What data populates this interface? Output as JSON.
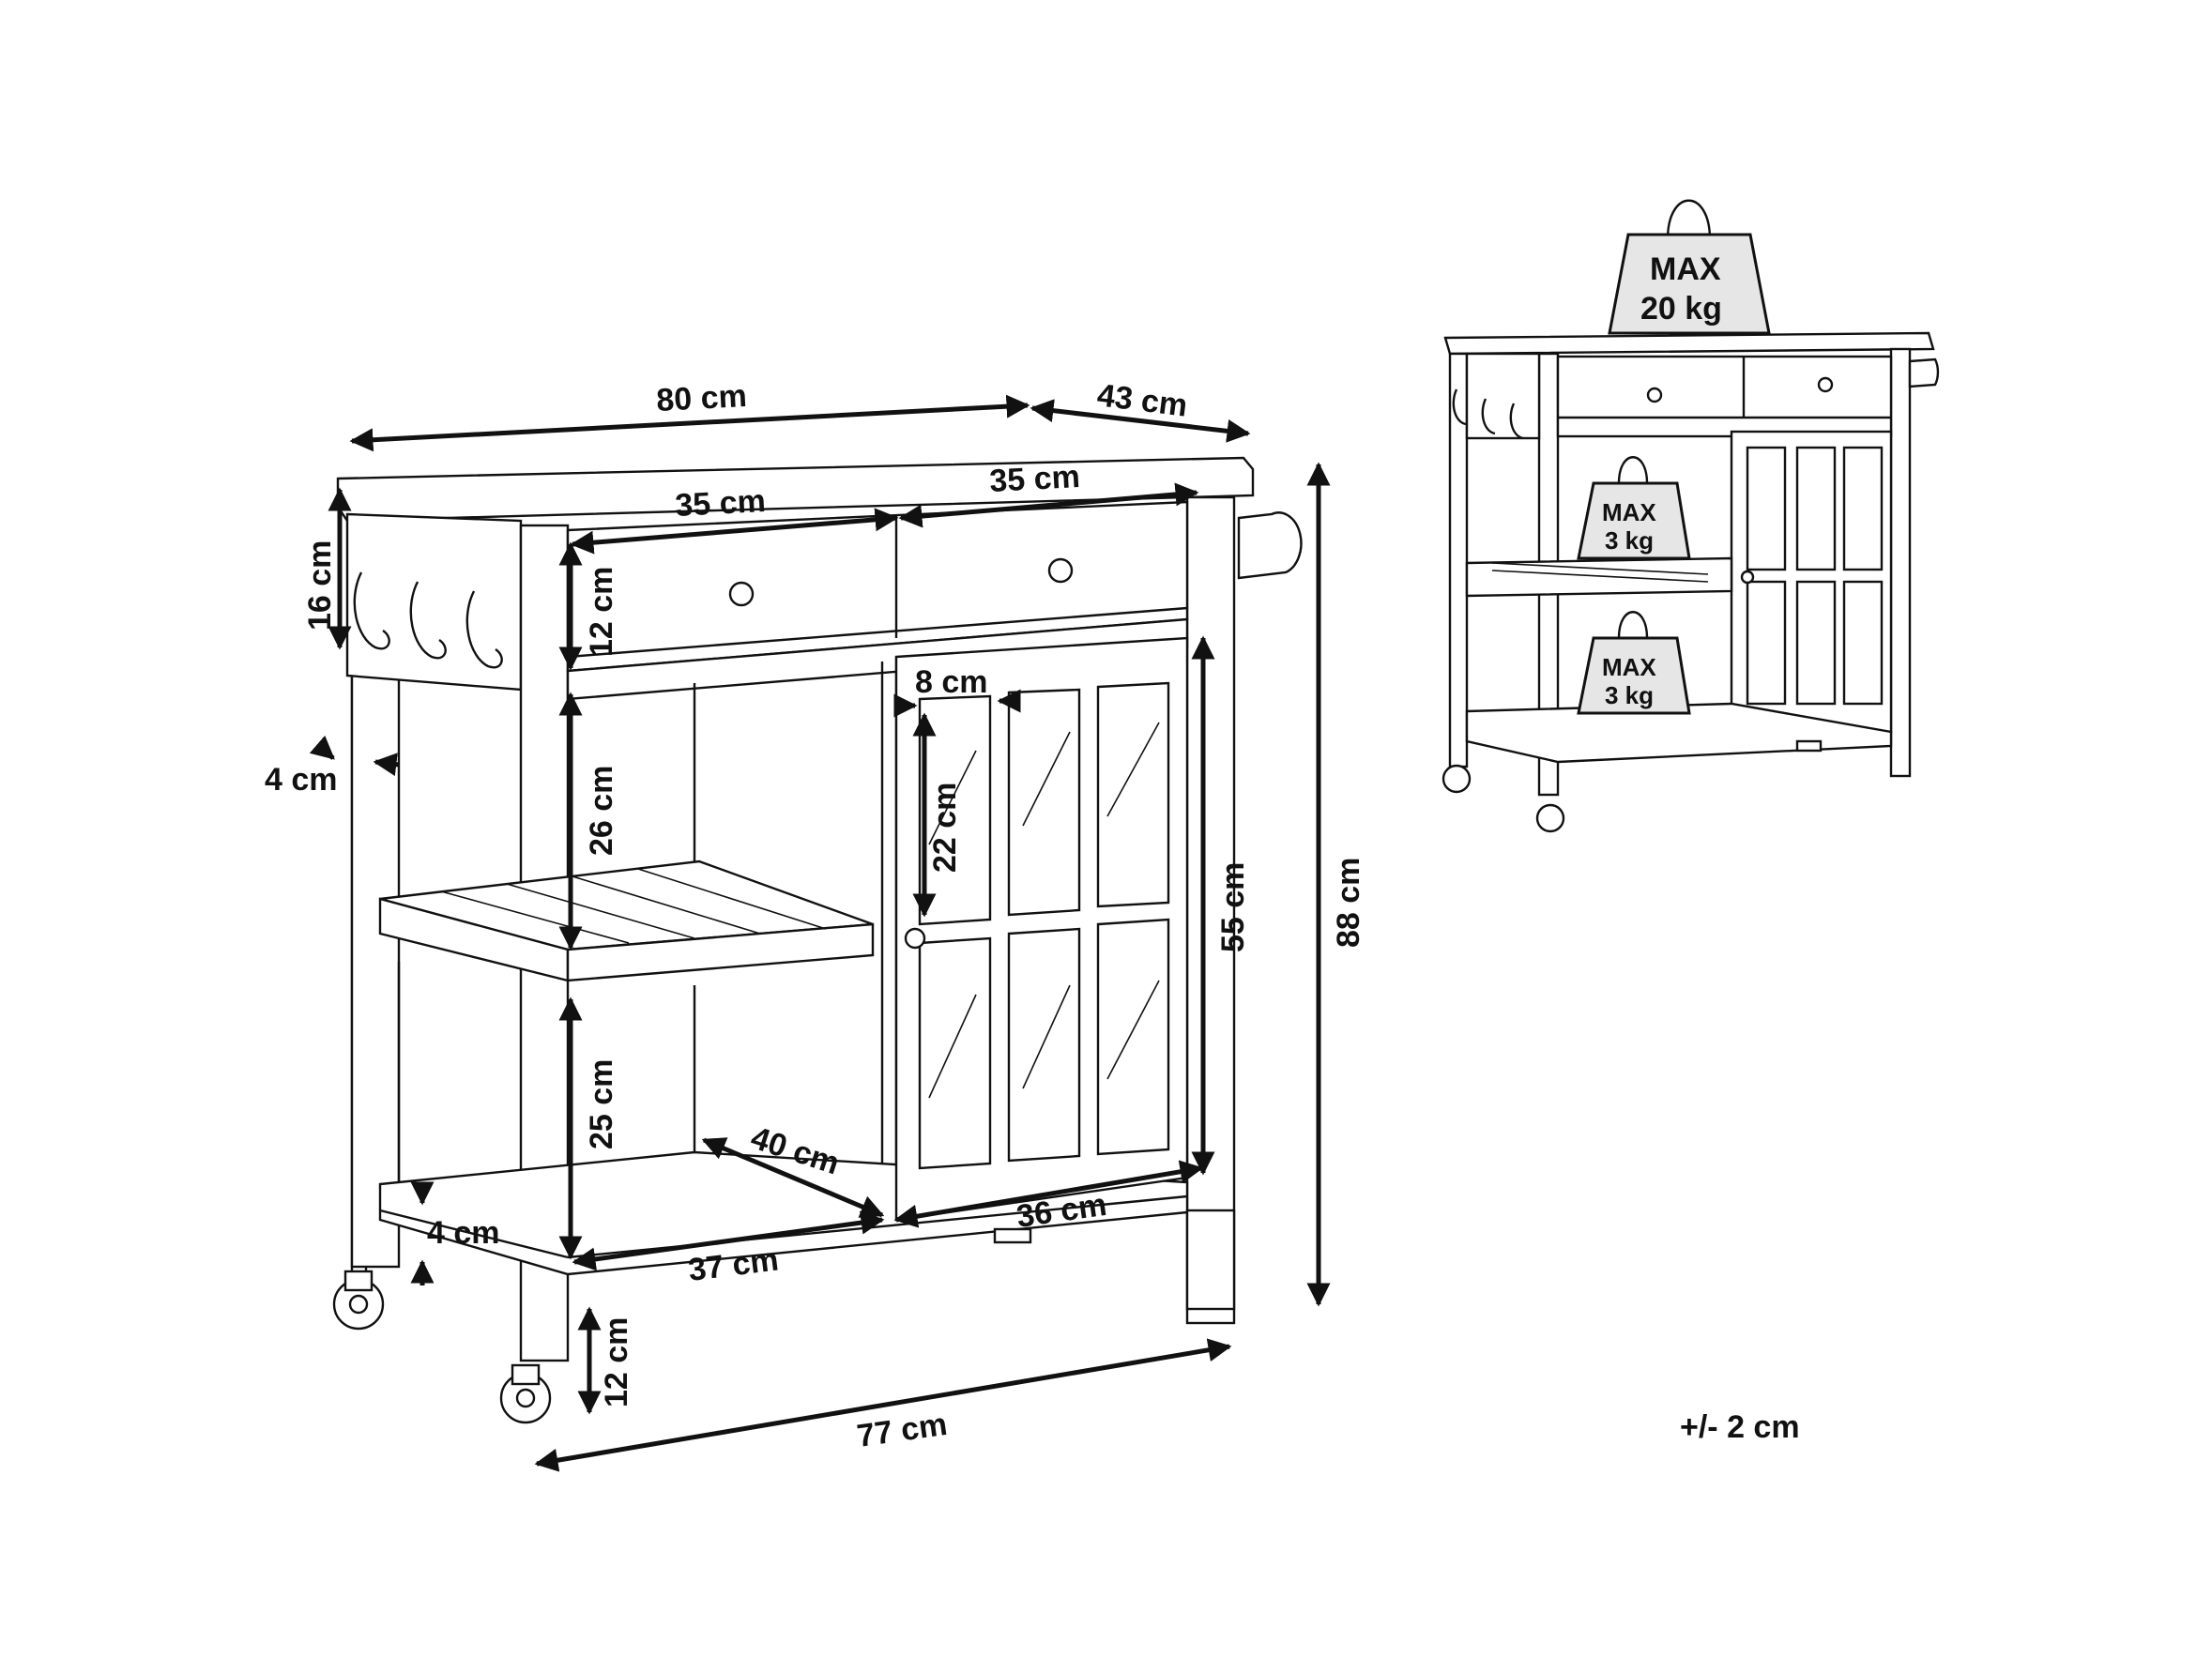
{
  "diagram": {
    "dimensions": {
      "width_top": "80 cm",
      "depth_top": "43 cm",
      "drawer_left_width": "35 cm",
      "drawer_right_width": "35 cm",
      "hook_rail_height": "16 cm",
      "drawer_height": "12 cm",
      "leg_thickness": "4 cm",
      "open_shelf_upper_height": "26 cm",
      "open_shelf_lower_height": "25 cm",
      "door_pane_width": "8 cm",
      "door_pane_height": "22 cm",
      "door_height": "55 cm",
      "total_height": "88 cm",
      "shelf_depth": "40 cm",
      "shelf_board_thickness": "4 cm",
      "shelf_width": "37 cm",
      "cabinet_width": "36 cm",
      "floor_clearance": "12 cm",
      "base_width": "77 cm"
    },
    "load_limits": {
      "top": {
        "line1": "MAX",
        "line2": "20 kg"
      },
      "shelf_upper": {
        "line1": "MAX",
        "line2": "3 kg"
      },
      "shelf_lower": {
        "line1": "MAX",
        "line2": "3 kg"
      }
    },
    "tolerance": "+/- 2 cm"
  }
}
